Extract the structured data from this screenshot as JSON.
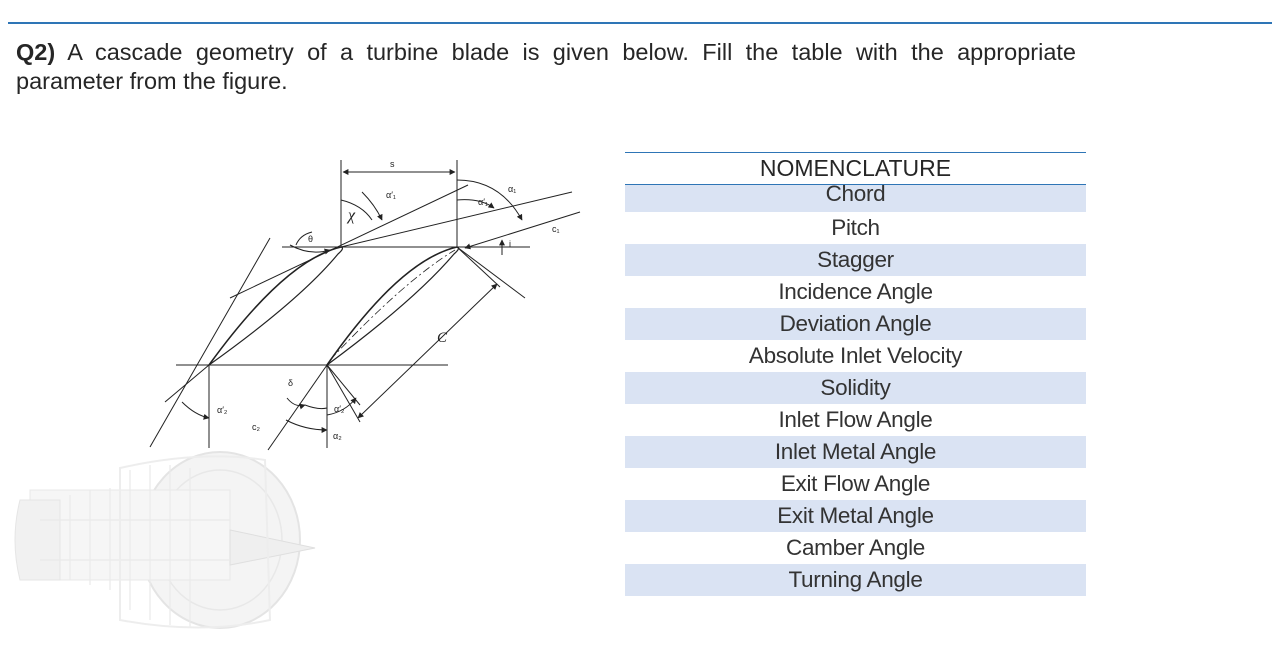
{
  "question": {
    "label": "Q2)",
    "text": " A cascade geometry of a turbine blade is given below. Fill the table with the appropriate parameter from the figure."
  },
  "figure": {
    "labels": {
      "pitch": "s",
      "stagger": "χ",
      "inlet_metal_angle": "α′₁",
      "inlet_metal_angle_2": "α′₁",
      "inlet_flow_angle": "α₁",
      "camber": "θ",
      "inlet_velocity": "c₁",
      "incidence": "i",
      "chord": "C",
      "deviation": "δ",
      "exit_metal_angle": "α′₂",
      "exit_metal_angle_2": "α′₂",
      "exit_velocity": "c₂",
      "exit_flow_angle": "α₂"
    }
  },
  "table": {
    "header": "NOMENCLATURE",
    "rows": [
      "Chord",
      "Pitch",
      "Stagger",
      "Incidence Angle",
      "Deviation Angle",
      "Absolute Inlet Velocity",
      "Solidity",
      "Inlet Flow Angle",
      "Inlet Metal Angle",
      "Exit Flow Angle",
      "Exit Metal Angle",
      "Camber Angle",
      "Turning Angle"
    ]
  },
  "colors": {
    "accent_rule": "#2e75b6",
    "row_shade": "#dae3f3"
  }
}
